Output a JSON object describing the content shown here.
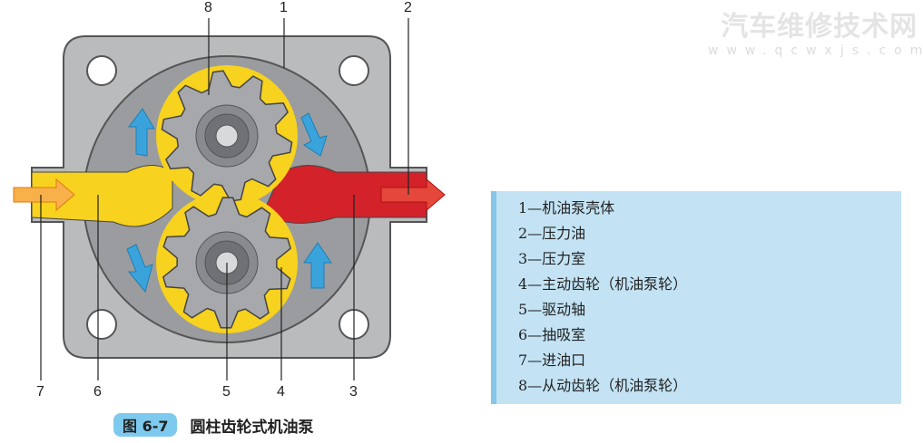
{
  "watermark": {
    "title": "汽车维修技术网",
    "url": "www.qcwxjs.com"
  },
  "callouts": {
    "n1": "1",
    "n2": "2",
    "n3": "3",
    "n4": "4",
    "n5": "5",
    "n6": "6",
    "n7": "7",
    "n8": "8"
  },
  "legend": [
    "1—机油泵壳体",
    "2—压力油",
    "3—压力室",
    "4—主动齿轮（机油泵轮）",
    "5—驱动轴",
    "6—抽吸室",
    "7—进油口",
    "8—从动齿轮（机油泵轮）"
  ],
  "caption": {
    "figure": "图 6-7",
    "title": "圆柱齿轮式机油泵"
  },
  "colors": {
    "body": "#b8babc",
    "suction": "#f7d21e",
    "pressure": "#d3222a",
    "arrow": "#3aa3db",
    "legend_bg": "#c3e3f4"
  }
}
